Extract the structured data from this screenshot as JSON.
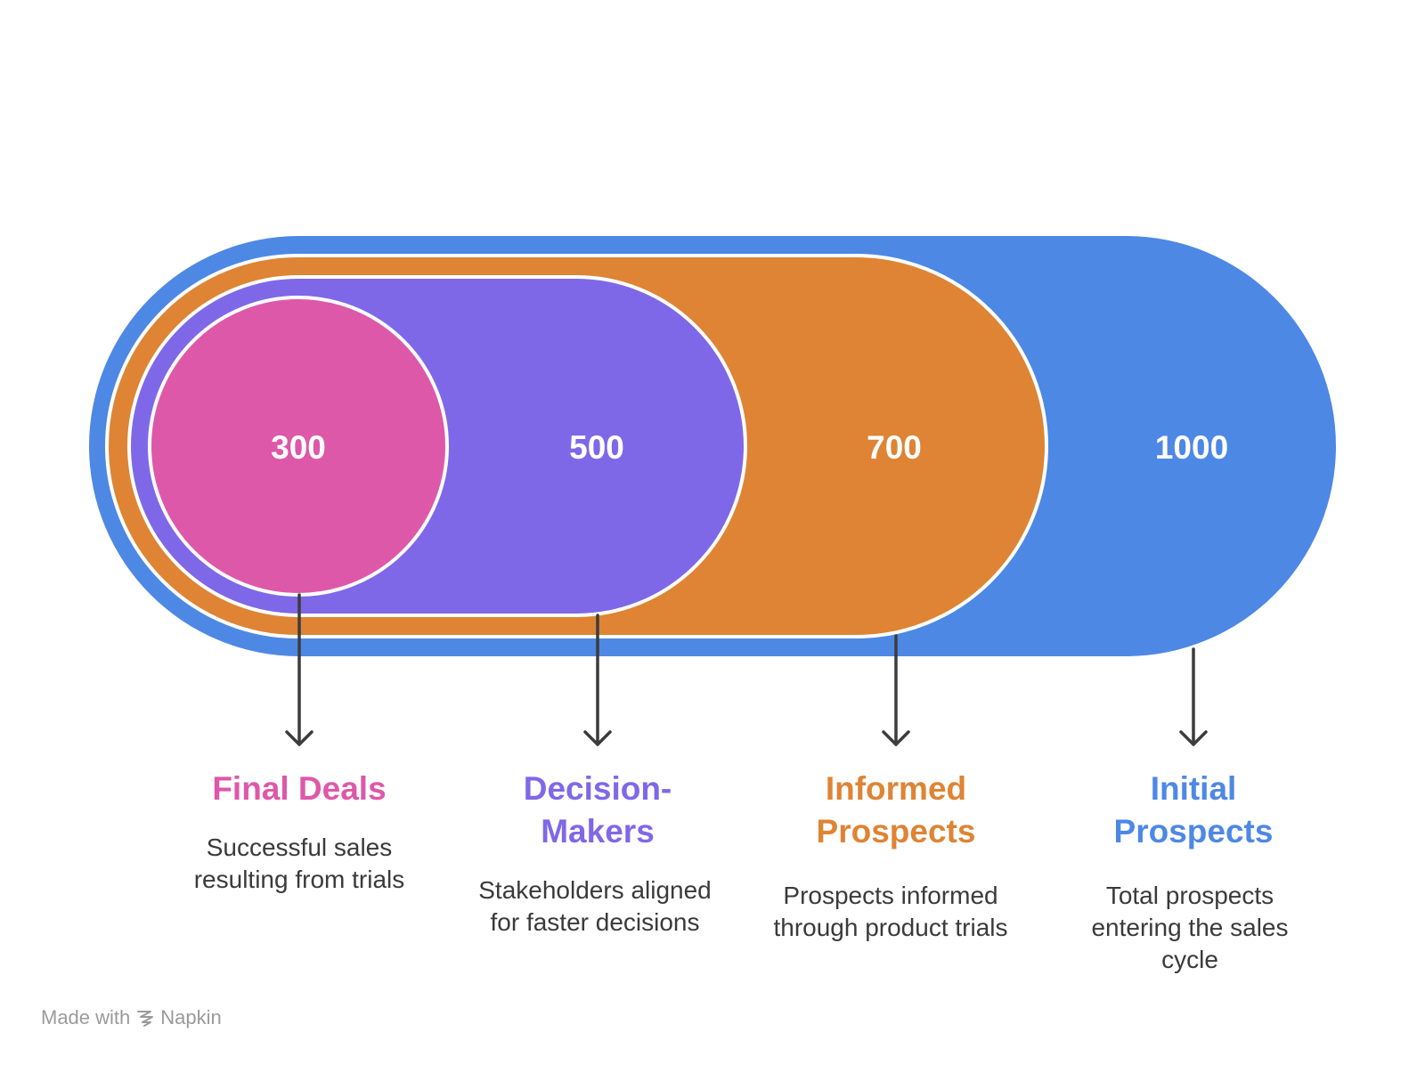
{
  "diagram": {
    "stages": [
      {
        "key": "final",
        "value": "300",
        "title": "Final Deals",
        "description": "Successful sales resulting from trials",
        "color": "#de58a9"
      },
      {
        "key": "decision",
        "value": "500",
        "title": "Decision-Makers",
        "description": "Stakeholders aligned for faster decisions",
        "color": "#7f68e8"
      },
      {
        "key": "informed",
        "value": "700",
        "title": "Informed Prospects",
        "description": "Prospects informed through product trials",
        "color": "#de8434"
      },
      {
        "key": "initial",
        "value": "1000",
        "title": "Initial Prospects",
        "description": "Total prospects entering the sales cycle",
        "color": "#4e88e5"
      }
    ],
    "arrow_color": "#3c3c3c"
  },
  "watermark": {
    "prefix": "Made with",
    "brand": "Napkin",
    "icon": "napkin-logo-icon",
    "color": "#9a9a9a"
  }
}
